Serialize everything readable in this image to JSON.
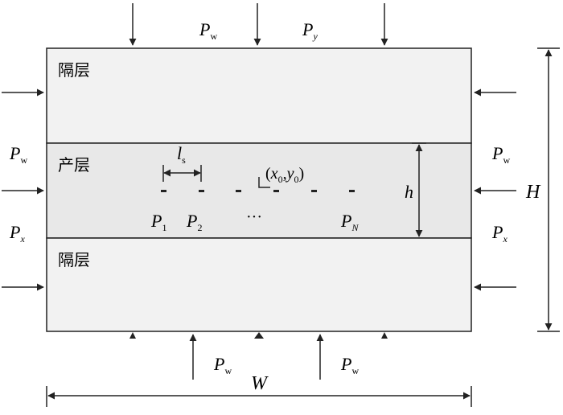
{
  "layers": {
    "top": "隔层",
    "middle": "产层",
    "bottom": "隔层"
  },
  "labels": {
    "pw_main": "P",
    "pw_sub": "w",
    "py_main": "P",
    "py_sub": "y",
    "px_main": "P",
    "px_sub": "x",
    "ls_main": "l",
    "ls_sub": "s",
    "p1_main": "P",
    "p1_sub": "1",
    "p2_main": "P",
    "p2_sub": "2",
    "pn_main": "P",
    "pn_sub": "N",
    "ellipsis": "···",
    "coord_open": "(",
    "coord_x": "x",
    "coord_x_sub": "0",
    "coord_comma": ",",
    "coord_y": "y",
    "coord_y_sub": "0",
    "coord_close": ")",
    "h": "h",
    "H": "H",
    "W": "W"
  },
  "colors": {
    "isolation_fill": "#f2f2f2",
    "production_fill": "#e8e8e8",
    "stroke": "#222222"
  }
}
